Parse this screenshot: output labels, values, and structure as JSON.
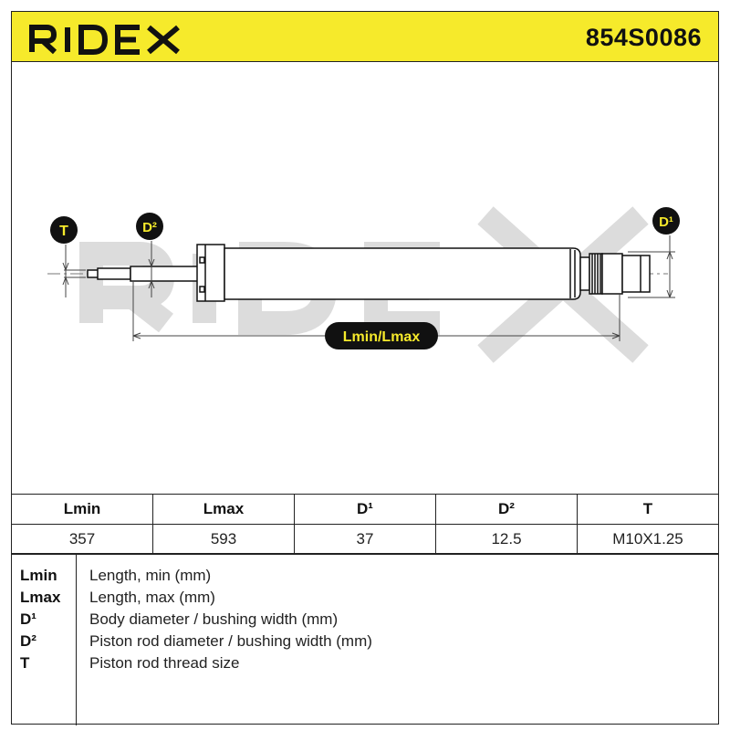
{
  "header": {
    "brand": "RIDEX",
    "part_number": "854S0086",
    "accent_color": "#f6ea2b"
  },
  "diagram": {
    "watermark": "RIDEX",
    "labels": {
      "t": "T",
      "d2": "D²",
      "d1": "D¹",
      "length": "Lmin/Lmax"
    }
  },
  "table": {
    "headers": [
      "Lmin",
      "Lmax",
      "D¹",
      "D²",
      "T"
    ],
    "values": [
      "357",
      "593",
      "37",
      "12.5",
      "M10X1.25"
    ]
  },
  "legend": [
    {
      "key": "Lmin",
      "desc": "Length, min (mm)"
    },
    {
      "key": "Lmax",
      "desc": "Length, max (mm)"
    },
    {
      "key": "D¹",
      "desc": "Body diameter / bushing width (mm)"
    },
    {
      "key": "D²",
      "desc": "Piston rod diameter / bushing width (mm)"
    },
    {
      "key": "T",
      "desc": "Piston rod thread size"
    }
  ]
}
